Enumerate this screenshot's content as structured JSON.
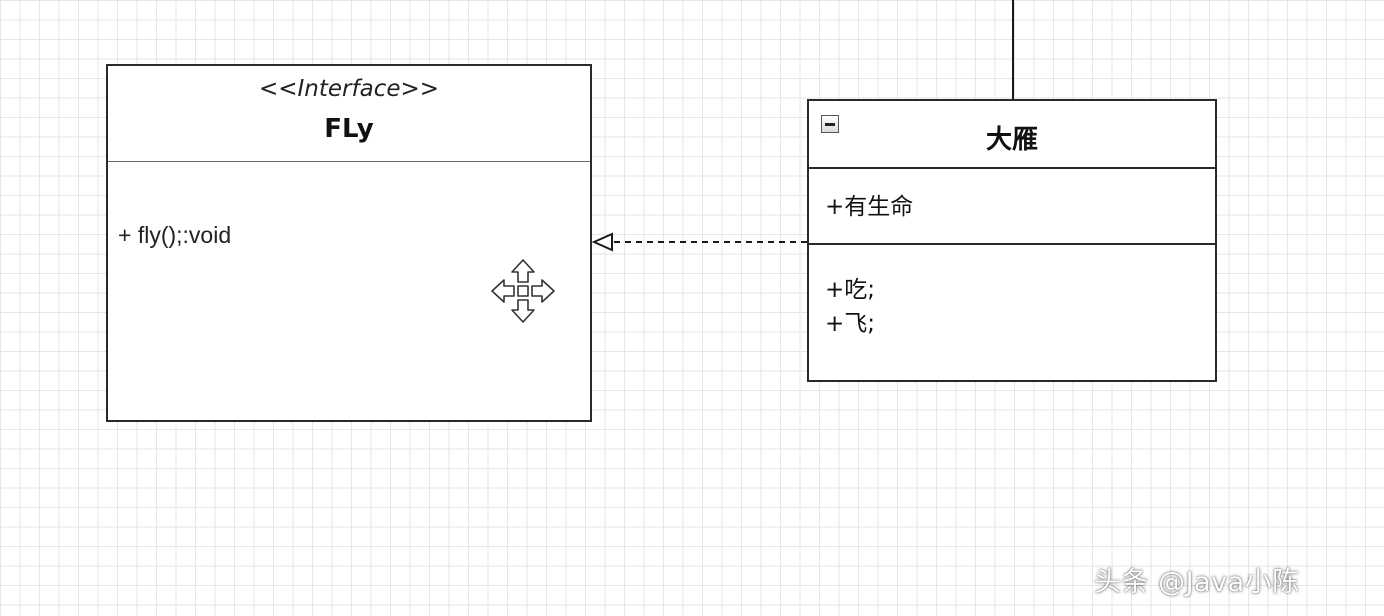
{
  "interface": {
    "stereotype": "<<Interface>>",
    "name": "FLy",
    "operations": [
      "+ fly();:void"
    ]
  },
  "class": {
    "name": "大雁",
    "attributes": [
      "+有生命"
    ],
    "methods": [
      "+吃;",
      "+飞;"
    ]
  },
  "relationship": {
    "type": "realization",
    "from": "大雁",
    "to": "FLy"
  },
  "icons": {
    "move_handle": "move-arrows-icon",
    "collapse": "collapse-minus-icon"
  },
  "watermark": "头条 @Java小陈",
  "colors": {
    "grid": "#e3e6ec",
    "border": "#2a2a2a"
  }
}
